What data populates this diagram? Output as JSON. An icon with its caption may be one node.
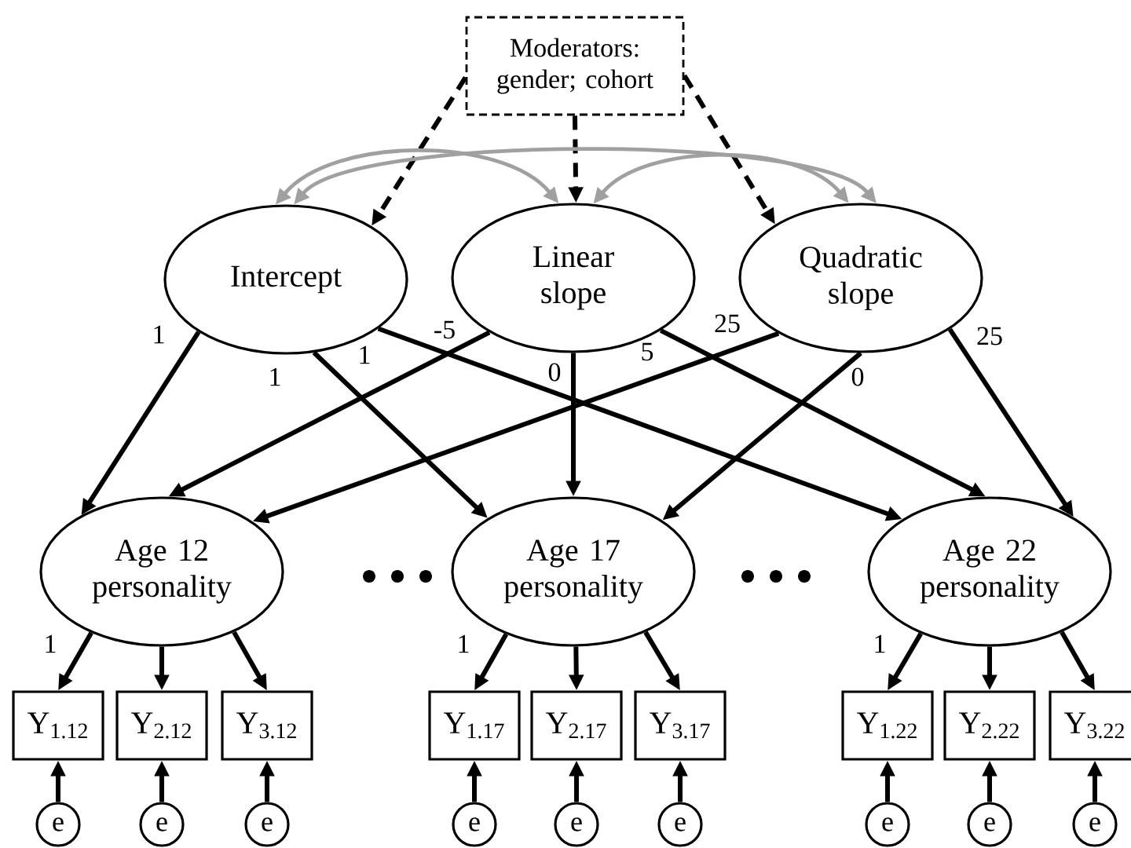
{
  "diagram": {
    "nodes": [
      {
        "text": [
          "Moderators: gender; cohort"
        ]
      },
      {
        "text": [
          "Intercept"
        ]
      },
      {
        "text": [
          "Linear slope"
        ]
      },
      {
        "text": [
          "Quadratic slope"
        ]
      },
      {
        "text": [
          "Age 12 personality"
        ]
      },
      {
        "text": [
          "Age 17 personality"
        ]
      },
      {
        "text": [
          "Age 22 personality"
        ]
      },
      {
        "text": [
          "Y$_{1.12}$"
        ]
      },
      {
        "text": [
          "Y$_{2.12}$"
        ]
      },
      {
        "text": [
          "Y$_{3.12}$"
        ]
      },
      {
        "text": [
          "Y$_{1.17}$"
        ]
      },
      {
        "text": [
          "Y$_{2.17}$"
        ]
      },
      {
        "text": [
          "Y$_{3.17}$"
        ]
      },
      {
        "text": [
          "Y$_{1.22}$"
        ]
      },
      {
        "text": [
          "Y$_{2.22}$"
        ]
      },
      {
        "text": [
          "Y$_{3.22}$"
        ]
      },
      {
        "text": [
          "e"
        ]
      },
      {
        "text": [
          "e"
        ]
      },
      {
        "text": [
          "e"
        ]
      },
      {
        "text": [
          "e"
        ]
      },
      {
        "text": [
          "e"
        ]
      },
      {
        "text": [
          "e"
        ]
      },
      {
        "text": [
          "e"
        ]
      },
      {
        "text": [
          "e"
        ]
      },
      {
        "text": [
          "e"
        ]
      }
    ],
    "edges": [
      {
        "from": 0,
        "to": 1,
        "arrow": "to",
        "style": "dashed"
      },
      {
        "from": 0,
        "to": 2,
        "arrow": "to",
        "style": "dashed"
      },
      {
        "from": 0,
        "to": 3,
        "arrow": "to",
        "style": "dashed"
      },
      {
        "from": 1,
        "to": 2,
        "arrow": "both",
        "color": "#a0a0a0"
      },
      {
        "from": 1,
        "to": 3,
        "arrow": "both",
        "color": "#a0a0a0"
      },
      {
        "from": 2,
        "to": 3,
        "arrow": "both",
        "color": "#a0a0a0"
      },
      {
        "from": 1,
        "to": 4,
        "arrow": "to",
        "label": "1"
      },
      {
        "from": 1,
        "to": 5,
        "arrow": "to",
        "label": "1"
      },
      {
        "from": 1,
        "to": 6,
        "arrow": "to",
        "label": "1"
      },
      {
        "from": 2,
        "to": 4,
        "arrow": "to",
        "label": "-5"
      },
      {
        "from": 2,
        "to": 5,
        "arrow": "to",
        "label": "0"
      },
      {
        "from": 2,
        "to": 6,
        "arrow": "to",
        "label": "5"
      },
      {
        "from": 3,
        "to": 4,
        "arrow": "to",
        "label": "25"
      },
      {
        "from": 3,
        "to": 5,
        "arrow": "to",
        "label": "0"
      },
      {
        "from": 3,
        "to": 6,
        "arrow": "to",
        "label": "25"
      },
      {
        "from": 4,
        "to": 7,
        "arrow": "to",
        "label": "1"
      },
      {
        "from": 4,
        "to": 8,
        "arrow": "to"
      },
      {
        "from": 4,
        "to": 9,
        "arrow": "to"
      },
      {
        "from": 5,
        "to": 10,
        "arrow": "to",
        "label": "1"
      },
      {
        "from": 5,
        "to": 11,
        "arrow": "to"
      },
      {
        "from": 5,
        "to": 12,
        "arrow": "to"
      },
      {
        "from": 6,
        "to": 13,
        "arrow": "to",
        "label": "1"
      },
      {
        "from": 6,
        "to": 14,
        "arrow": "to"
      },
      {
        "from": 6,
        "to": 15,
        "arrow": "to"
      },
      {
        "from": 16,
        "to": 7,
        "arrow": "to"
      },
      {
        "from": 17,
        "to": 8,
        "arrow": "to"
      },
      {
        "from": 18,
        "to": 9,
        "arrow": "to"
      },
      {
        "from": 19,
        "to": 10,
        "arrow": "to"
      },
      {
        "from": 20,
        "to": 11,
        "arrow": "to"
      },
      {
        "from": 21,
        "to": 12,
        "arrow": "to"
      },
      {
        "from": 22,
        "to": 13,
        "arrow": "to"
      },
      {
        "from": 23,
        "to": 14,
        "arrow": "to"
      },
      {
        "from": 24,
        "to": 15,
        "arrow": "to"
      }
    ]
  }
}
